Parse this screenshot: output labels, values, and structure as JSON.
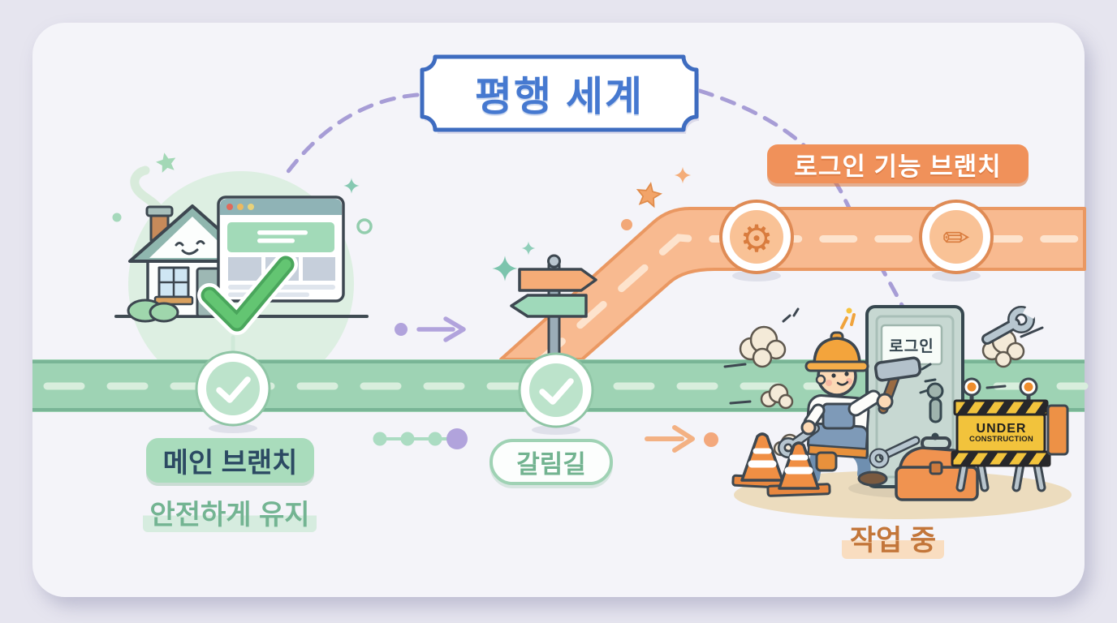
{
  "title": "평행 세계",
  "labels": {
    "feature_branch": "로그인 기능 브랜치",
    "main_branch": "메인 브랜치",
    "main_branch_caption": "안전하게 유지",
    "fork": "갈림길",
    "status": "작업 중"
  },
  "construction": {
    "door_sign": "로그인",
    "sign_line1": "UNDER",
    "sign_line2": "CONSTRUCTION"
  },
  "icons": {
    "gear": "⚙",
    "pencil": "✏",
    "check": "✓"
  },
  "colors": {
    "background": "#e6e5ef",
    "card": "#f4f4f9",
    "main_branch_green": "#9ed3b4",
    "feature_branch_orange": "#f8ba90",
    "title_blue": "#4679d0",
    "accent_purple": "#a79dd6",
    "feature_label_orange": "#f0915a",
    "main_label_green": "#a9dcbc",
    "main_label_text_navy": "#2c4a63",
    "caption_green": "#73b492",
    "status_orange": "#c3763a"
  }
}
